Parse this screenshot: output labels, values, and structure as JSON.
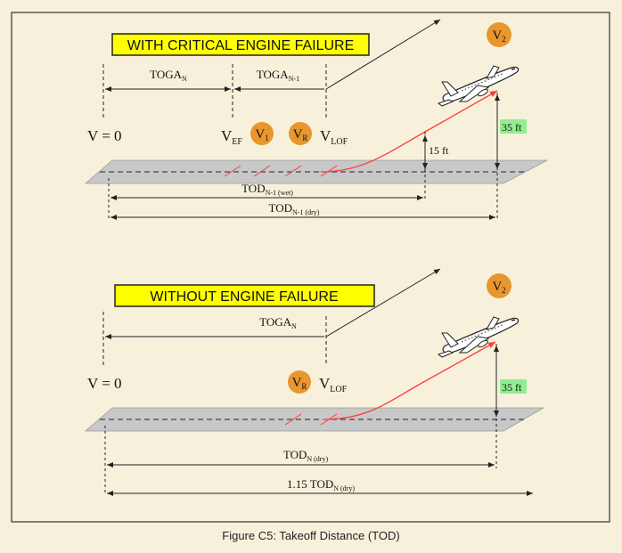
{
  "caption": "Figure C5: Takeoff  Distance (TOD)",
  "colors": {
    "background": "#f7f1dc",
    "title_box": "#ffff00",
    "speed_circle": "#e8962e",
    "runway": "#c8c8c8",
    "flight_path": "#ff3a3a",
    "height_badge": "#90ee90"
  },
  "top": {
    "title": "WITH CRITICAL ENGINE FAILURE",
    "toga_n": {
      "main": "TOGA",
      "sub": "N"
    },
    "toga_n1": {
      "main": "TOGA",
      "sub": "N-1"
    },
    "v0": "V = 0",
    "vef": {
      "main": "V",
      "sub": "EF"
    },
    "v1": {
      "main": "V",
      "sub": "1"
    },
    "vr": {
      "main": "V",
      "sub": "R"
    },
    "vlof": {
      "main": "V",
      "sub": "LOF"
    },
    "v2": {
      "main": "V",
      "sub": "2"
    },
    "h15": "15 ft",
    "h35": "35 ft",
    "tod_wet": {
      "main": "TOD",
      "sub": "N-1 (wet)"
    },
    "tod_dry": {
      "main": "TOD",
      "sub": "N-1 (dry)"
    },
    "airplane_icon": "airplane-icon"
  },
  "bottom": {
    "title": "WITHOUT ENGINE FAILURE",
    "toga_n": {
      "main": "TOGA",
      "sub": "N"
    },
    "v0": "V = 0",
    "vr": {
      "main": "V",
      "sub": "R"
    },
    "vlof": {
      "main": "V",
      "sub": "LOF"
    },
    "v2": {
      "main": "V",
      "sub": "2"
    },
    "h35": "35 ft",
    "tod_dry": {
      "main": "TOD",
      "sub": "N (dry)"
    },
    "tod_115": {
      "main": "1.15 TOD",
      "sub": "N (dry)"
    },
    "airplane_icon": "airplane-icon"
  }
}
